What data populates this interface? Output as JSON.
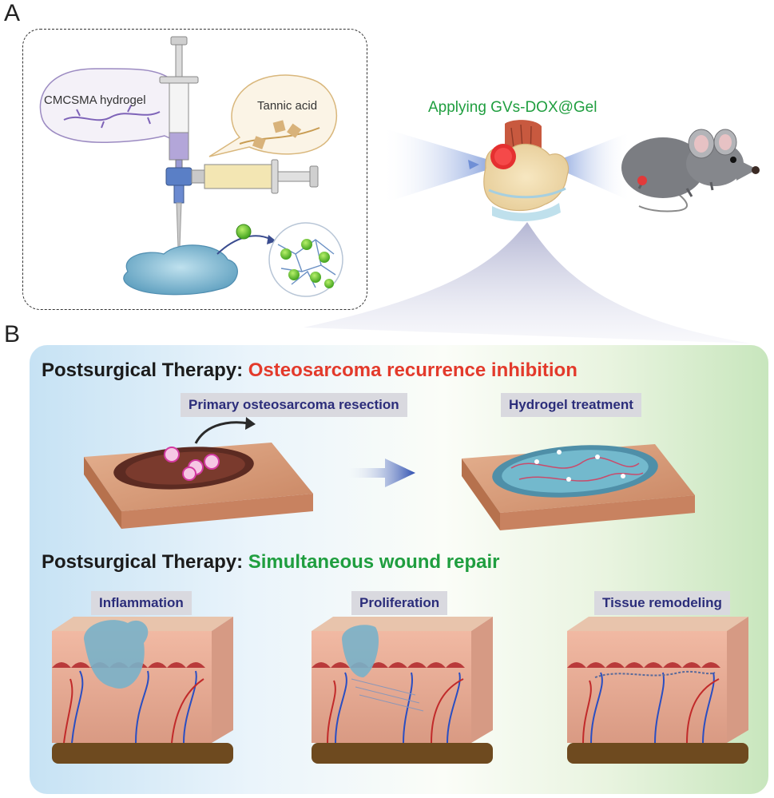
{
  "panels": {
    "a": "A",
    "b": "B"
  },
  "panel_a": {
    "bubble_left": "CMCSMA hydrogel",
    "bubble_right": "Tannic acid",
    "applying_label": "Applying GVs-DOX@Gel"
  },
  "panel_b": {
    "heading1_prefix": "Postsurgical Therapy:",
    "heading1_highlight": "Osteosarcoma recurrence inhibition",
    "heading2_prefix": "Postsurgical Therapy:",
    "heading2_highlight": "Simultaneous wound repair",
    "tags": {
      "resection": "Primary osteosarcoma resection",
      "hydrogel": "Hydrogel treatment",
      "inflammation": "Inflammation",
      "proliferation": "Proliferation",
      "remodeling": "Tissue remodeling"
    }
  },
  "colors": {
    "red_highlight": "#e33a2b",
    "green_highlight": "#1f9e3f",
    "tag_text": "#2b2d7a",
    "tag_bg": "#d9d9df"
  }
}
